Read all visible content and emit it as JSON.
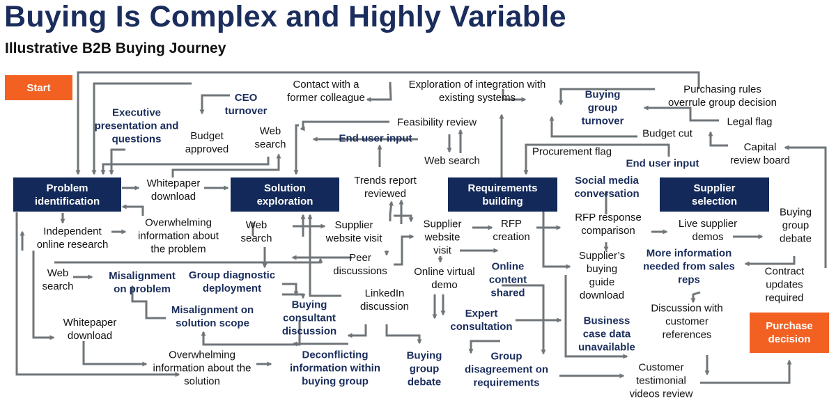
{
  "header": {
    "title": "Buying Is Complex and Highly Variable",
    "subtitle": "Illustrative B2B Buying Journey"
  },
  "colors": {
    "navy": "#13295a",
    "orange": "#f26122",
    "arrow": "#6f7579",
    "emphasis_text": "#1a2d5c"
  },
  "boxes": {
    "start": "Start",
    "problem_identification": "Problem\nidentification",
    "solution_exploration": "Solution\nexploration",
    "requirements_building": "Requirements\nbuilding",
    "supplier_selection": "Supplier\nselection",
    "purchase_decision": "Purchase\ndecision"
  },
  "events": {
    "contact_former_colleague": "Contact with a\nformer colleague",
    "exploration_integration": "Exploration of integration with\nexisting systems",
    "buying_group_turnover": "Buying\ngroup\nturnover",
    "purchasing_rules": "Purchasing rules\noverrule group decision",
    "ceo_turnover": "CEO\nturnover",
    "executive_presentation": "Executive\npresentation and\nquestions",
    "budget_approved": "Budget\napproved",
    "web_search_1": "Web\nsearch",
    "feasibility_review": "Feasibility review",
    "end_user_input_1": "End user input",
    "legal_flag": "Legal flag",
    "budget_cut": "Budget cut",
    "procurement_flag": "Procurement flag",
    "web_search_2": "Web search",
    "end_user_input_2": "End user input",
    "capital_review_board": "Capital\nreview board",
    "whitepaper_download_1": "Whitepaper\ndownload",
    "trends_report": "Trends report\nreviewed",
    "social_media_conversation": "Social media\nconversation",
    "independent_online_research": "Independent\nonline research",
    "overwhelming_problem": "Overwhelming\ninformation about\nthe problem",
    "web_search_3": "Web\nsearch",
    "supplier_website_visit_1": "Supplier\nwebsite visit",
    "supplier_website_visit_2": "Supplier\nwebsite\nvisit",
    "rfp_creation": "RFP\ncreation",
    "rfp_response_comparison": "RFP response\ncomparison",
    "live_supplier_demos": "Live supplier\ndemos",
    "buying_group_debate_1": "Buying\ngroup\ndebate",
    "peer_discussions": "Peer\ndiscussions",
    "online_virtual_demo": "Online virtual\ndemo",
    "web_search_4": "Web\nsearch",
    "misalignment_problem": "Misalignment\non problem",
    "group_diagnostic_deployment": "Group diagnostic\ndeployment",
    "online_content_shared": "Online\ncontent\nshared",
    "suppliers_buying_guide": "Supplier’s\nbuying\nguide\ndownload",
    "more_information_sales_reps": "More information\nneeded from sales\nreps",
    "contract_updates": "Contract updates\nrequired",
    "linkedin_discussion": "LinkedIn\ndiscussion",
    "misalignment_solution_scope": "Misalignment on\nsolution scope",
    "buying_consultant_discussion": "Buying\nconsultant\ndiscussion",
    "expert_consultation": "Expert\nconsultation",
    "discussion_customer_references": "Discussion with\ncustomer\nreferences",
    "whitepaper_download_2": "Whitepaper\ndownload",
    "business_case_data": "Business\ncase data\nunavailable",
    "overwhelming_solution": "Overwhelming\ninformation about the\nsolution",
    "deconflicting_information": "Deconflicting\ninformation within\nbuying group",
    "buying_group_debate_2": "Buying\ngroup\ndebate",
    "group_disagreement": "Group\ndisagreement on\nrequirements",
    "customer_testimonial": "Customer\ntestimonial\nvideos review"
  }
}
